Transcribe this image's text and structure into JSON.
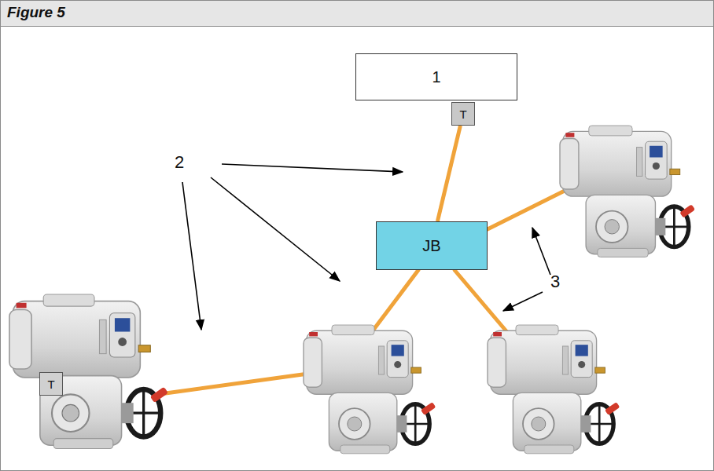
{
  "diagram": {
    "title": "Figure 5",
    "nodes": [
      {
        "text": [
          "1"
        ]
      },
      {
        "text": [
          "T"
        ]
      },
      {
        "text": [
          "JB"
        ]
      },
      {
        "text": [
          "T"
        ]
      }
    ],
    "edges": [
      {
        "from": 1,
        "to": 2,
        "arrow": "none"
      }
    ],
    "labels": [
      "2",
      "3"
    ]
  }
}
